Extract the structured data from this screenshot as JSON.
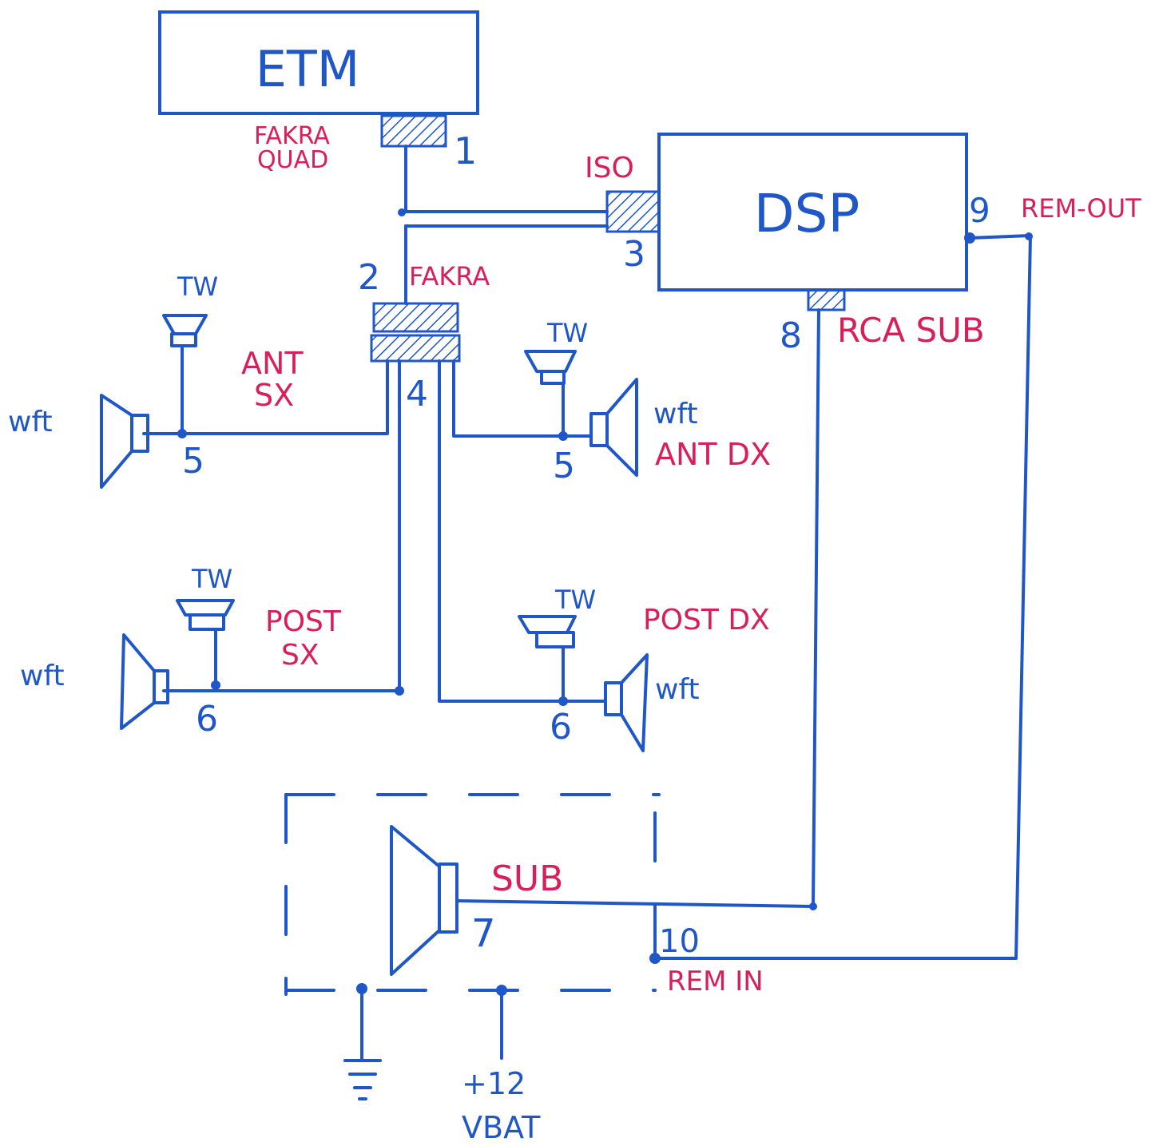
{
  "blocks": {
    "etm": "ETM",
    "dsp": "DSP"
  },
  "connectors": {
    "fakra_quad_line1": "FAKRA",
    "fakra_quad_line2": "QUAD",
    "iso": "ISO",
    "fakra": "FAKRA",
    "rca_sub": "RCA SUB",
    "rem_out": "REM-OUT",
    "rem_in": "REM IN"
  },
  "pins": {
    "p1": "1",
    "p2": "2",
    "p3": "3",
    "p4": "4",
    "p5a": "5",
    "p5b": "5",
    "p6a": "6",
    "p6b": "6",
    "p7": "7",
    "p8": "8",
    "p9": "9",
    "p10": "10"
  },
  "speakers": {
    "ant_sx_line1": "ANT",
    "ant_sx_line2": "SX",
    "ant_dx": "ANT DX",
    "post_sx_line1": "POST",
    "post_sx_line2": "SX",
    "post_dx": "POST DX",
    "sub": "SUB",
    "tweeter": "TW",
    "woofer": "wft"
  },
  "power": {
    "plus12": "+12",
    "vbat": "VBAT"
  },
  "colors": {
    "ink_blue": "#1f56c8",
    "ink_red": "#d81f5a"
  }
}
